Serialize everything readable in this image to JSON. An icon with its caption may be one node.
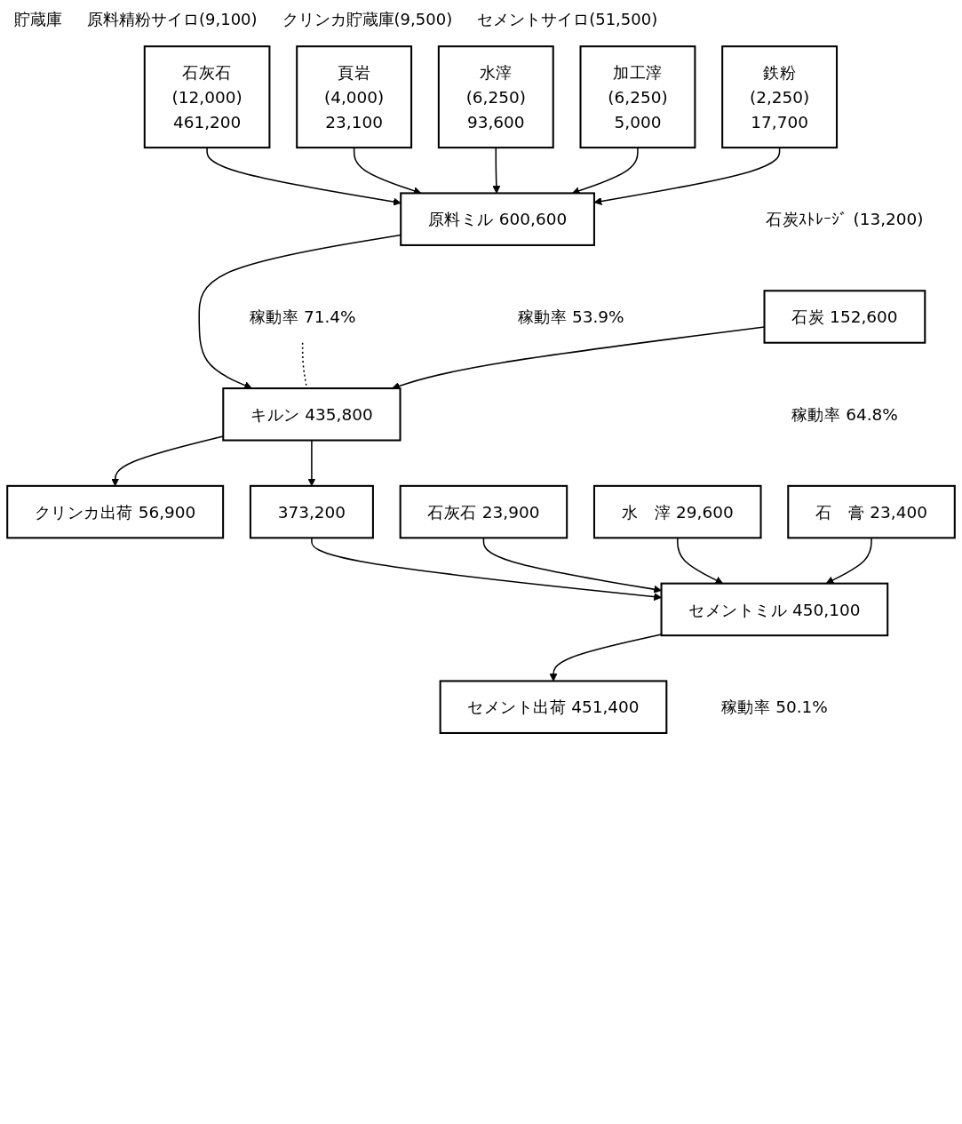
{
  "diagram": {
    "nodes": [
      {
        "text": [
          "石灰石",
          "(12,000)",
          "461,200"
        ]
      },
      {
        "text": [
          "頁岩",
          "(4,000)",
          "23,100"
        ]
      },
      {
        "text": [
          "水滓",
          "(6,250)",
          "93,600"
        ]
      },
      {
        "text": [
          "加工滓",
          "(6,250)",
          "5,000"
        ]
      },
      {
        "text": [
          "鉄粉",
          "(2,250)",
          "17,700"
        ]
      },
      {
        "text": [
          "原料ミル 600,600"
        ],
        "beside": [
          "稼動率 53.9%"
        ]
      },
      {
        "text": [
          "キルン 435,800"
        ]
      },
      {
        "text": [
          "石炭 152,600"
        ],
        "beside": [
          "石炭ｽﾄﾚｰｼﾞ (13,200)",
          "稼動率 64.8%"
        ]
      },
      {
        "text": [
          "クリンカ出荷 56,900"
        ]
      },
      {
        "text": [
          "373,200"
        ]
      },
      {
        "text": [
          "セメントミル 450,100"
        ],
        "beside": [
          "稼動率 50.1%"
        ]
      },
      {
        "text": [
          "石灰石 23,900"
        ]
      },
      {
        "text": [
          "水　滓 29,600"
        ]
      },
      {
        "text": [
          "石　膏 23,400"
        ]
      },
      {
        "text": [
          "セメント出荷 451,400"
        ]
      },
      {
        "text": [
          "稼動率 71.4%"
        ]
      }
    ],
    "edges": [
      {
        "from": 0,
        "to": 5,
        "arrow": "to"
      },
      {
        "from": 1,
        "to": 5,
        "arrow": "to"
      },
      {
        "from": 2,
        "to": 5,
        "arrow": "to"
      },
      {
        "from": 3,
        "to": 5,
        "arrow": "to"
      },
      {
        "from": 4,
        "to": 5,
        "arrow": "to"
      },
      {
        "from": 5,
        "to": 6,
        "arrow": "to"
      },
      {
        "from": 7,
        "to": 6,
        "arrow": "to"
      },
      {
        "from": 6,
        "to": 8,
        "arrow": "to"
      },
      {
        "from": 6,
        "to": 9,
        "arrow": "to"
      },
      {
        "from": 15,
        "to": 6,
        "arrow": "none",
        "style": "dashed"
      },
      {
        "from": 9,
        "to": 10,
        "arrow": "to"
      },
      {
        "from": 11,
        "to": 10,
        "arrow": "to"
      },
      {
        "from": 12,
        "to": 10,
        "arrow": "to"
      },
      {
        "from": 13,
        "to": 10,
        "arrow": "to"
      },
      {
        "from": 10,
        "to": 14,
        "arrow": "to"
      }
    ],
    "labels": [
      "貯蔵庫",
      "原料精粉サイロ(9,100)",
      "クリンカ貯蔵庫(9,500)",
      "セメントサイロ(51,500)"
    ]
  }
}
